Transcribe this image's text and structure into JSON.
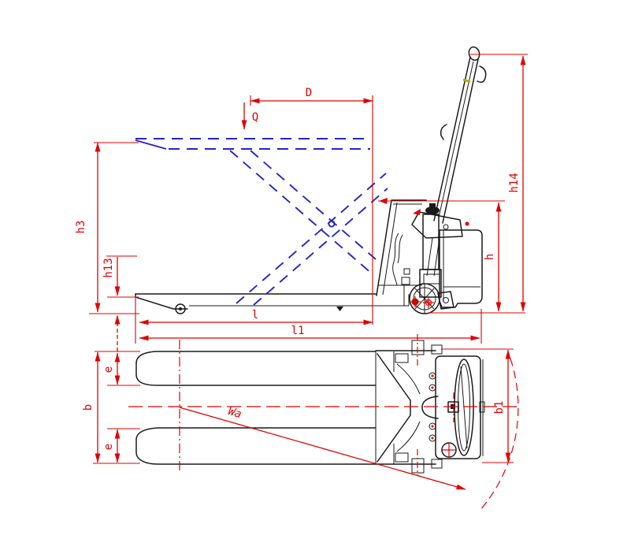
{
  "drawing_title": "pallet-truck-dimensional-drawing",
  "dimension_labels": {
    "D": "D",
    "Q": "Q",
    "h3": "h3",
    "h13": "h13",
    "h": "h",
    "h14": "h14",
    "l": "l",
    "l1": "l1",
    "b": "b",
    "e_top": "e",
    "e_bottom": "e",
    "b1": "b1",
    "Wa": "Wa"
  },
  "colors": {
    "dimension_red": "#e00000",
    "raised_position_blue": "#2424c8",
    "outline_black": "#1a1a1a",
    "background": "#ffffff",
    "accent_yellow": "#b5ac00",
    "axle_marker_dark_red": "#8c2200"
  }
}
